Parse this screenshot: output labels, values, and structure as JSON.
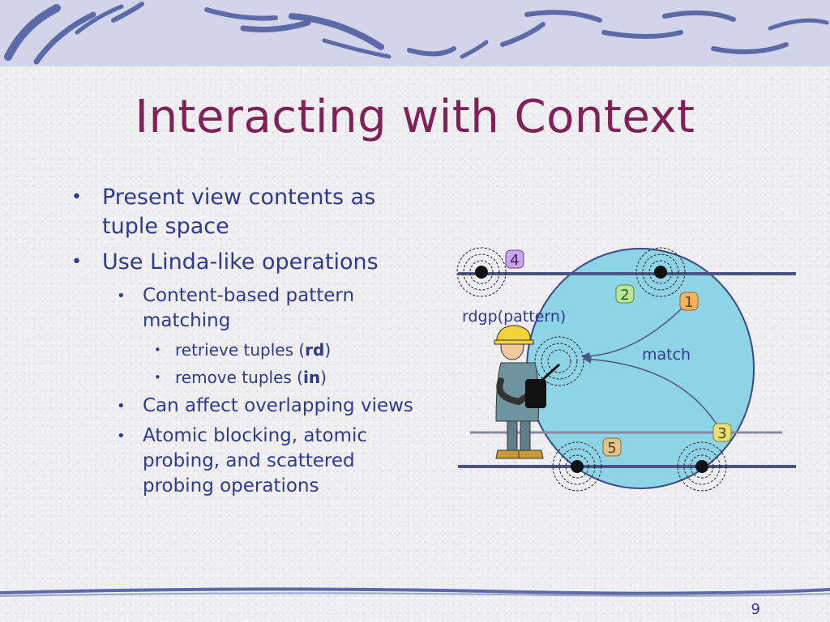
{
  "slide": {
    "title": "Interacting with Context",
    "page_number": "9"
  },
  "bullets": {
    "b1": "Present view contents as tuple space",
    "b2": "Use Linda-like operations",
    "b2_1": "Content-based pattern matching",
    "b2_1_1_prefix": "retrieve tuples  (",
    "b2_1_1_bold": "rd",
    "b2_1_1_suffix": ")",
    "b2_1_2_prefix": "remove tuples  (",
    "b2_1_2_bold": "in",
    "b2_1_2_suffix": ")",
    "b2_2": "Can affect overlapping views",
    "b2_3": "Atomic blocking, atomic probing, and scattered probing operations"
  },
  "diagram": {
    "operation_label": "rdgp(pattern)",
    "match_label": "match",
    "badges": [
      "4",
      "2",
      "1",
      "3",
      "5"
    ],
    "colors": {
      "circle_fill": "#8fd3e6",
      "badge_purple": "#c9a6ea",
      "badge_green": "#b9e79a",
      "badge_orange": "#f4b466",
      "badge_yellow": "#e8e07a",
      "badge_tan": "#e2c58c",
      "line": "#4b5583"
    }
  }
}
